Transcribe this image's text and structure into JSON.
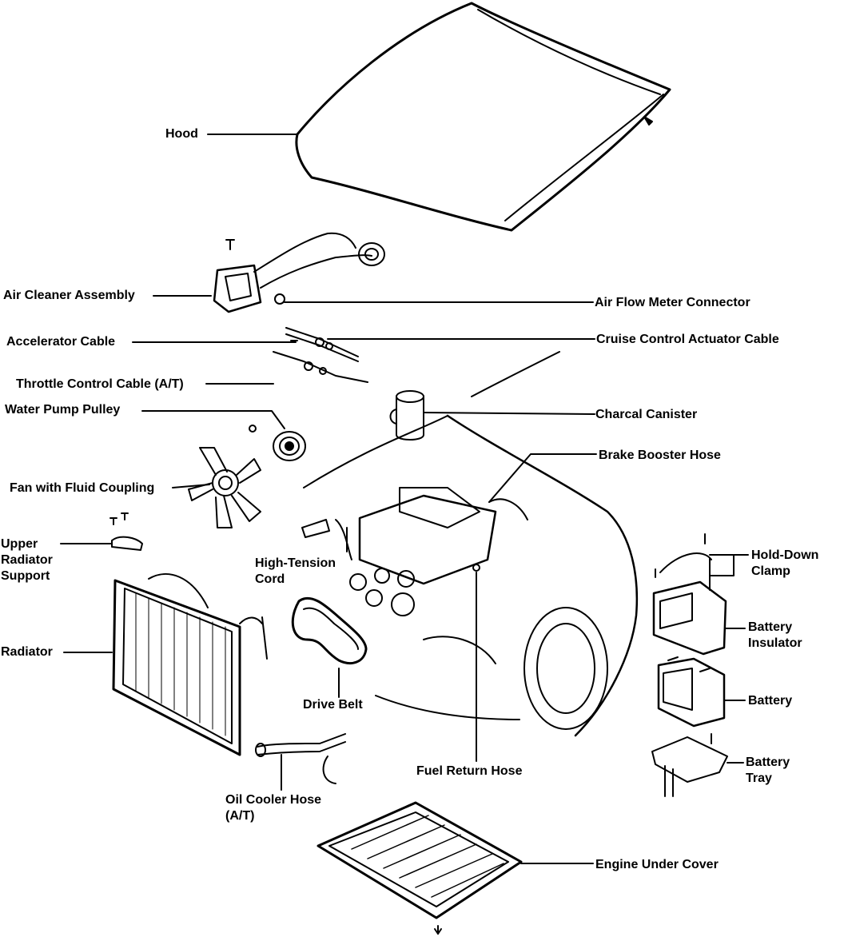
{
  "diagram": {
    "labels": {
      "hood": "Hood",
      "air_cleaner": "Air Cleaner Assembly",
      "air_flow_meter_connector": "Air Flow Meter Connector",
      "accelerator_cable": "Accelerator Cable",
      "cruise_control_actuator_cable": "Cruise Control Actuator Cable",
      "throttle_control_cable": "Throttle Control Cable (A/T)",
      "water_pump_pulley": "Water Pump Pulley",
      "charcoal_canister": "Charcal Canister",
      "brake_booster_hose": "Brake Booster Hose",
      "fan_fluid_coupling": "Fan with Fluid Coupling",
      "upper_radiator_support_1": "Upper",
      "upper_radiator_support_2": "Radiator",
      "upper_radiator_support_3": "Support",
      "high_tension_cord_1": "High-Tension",
      "high_tension_cord_2": "Cord",
      "hold_down_clamp_1": "Hold-Down",
      "hold_down_clamp_2": "Clamp",
      "battery_insulator_1": "Battery",
      "battery_insulator_2": "Insulator",
      "radiator": "Radiator",
      "battery": "Battery",
      "drive_belt": "Drive Belt",
      "battery_tray_1": "Battery",
      "battery_tray_2": "Tray",
      "fuel_return_hose": "Fuel Return Hose",
      "oil_cooler_hose_1": "Oil Cooler Hose",
      "oil_cooler_hose_2": "(A/T)",
      "engine_under_cover": "Engine Under Cover"
    }
  }
}
